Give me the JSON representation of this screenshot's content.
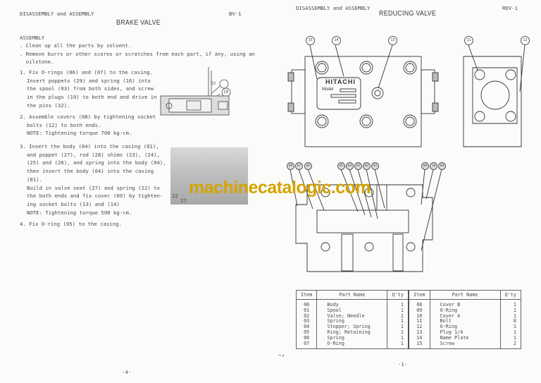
{
  "left_page": {
    "header": "DISASSEMBLY and ASSEMBLY",
    "page_code": "BV-1",
    "title": "BRAKE VALVE",
    "section": "ASSEMBLY",
    "bullets": [
      ". Clean up all the parts by solvent.",
      ". Remove burrs or other scores or scratches from each part, if any, using an",
      "  oilstone."
    ],
    "step1": [
      "1. Fix O-rings (06) and (07) to the casing.",
      "Insert poppets (29) and spring (16) into",
      "the spool (03) from both sides, and screw",
      "in the plugs (19) to both end and drive in",
      "the pins (32)."
    ],
    "step1_callouts": [
      "32",
      "19"
    ],
    "step2": [
      "2. Assemble covers (08) by tightening socket",
      "bolts (12) to both ends.",
      "NOTE: Tightening torque 700 kg-cm."
    ],
    "step3": [
      "3. Insert the body (04) into the casing (01),",
      "and poppet (27), rod (28) shims (23), (24),",
      "(25) and (26), and spring into the body (04),",
      "then insert the body (04) into the casing",
      "(01).",
      "Build in valve seat (27) and spring (22) to",
      "the both ends and fix cover (09) by tighten-",
      "ing socket bolts (13) and (14)",
      "NOTE: Tightening torque 500 kg-cm."
    ],
    "photo_labels": [
      "22",
      "27"
    ],
    "step4": "4. Fix O-ring (05) to the casing.",
    "page_number": "-4-"
  },
  "right_page": {
    "header": "DISASSEMBLY and ASSEMBLY",
    "page_code": "RDV-1",
    "title": "REDUCING VALVE",
    "top_callouts": [
      "15",
      "14",
      "13",
      "11",
      "12"
    ],
    "nameplate": {
      "brand": "HITACHI",
      "model_label": "Model"
    },
    "section_callouts": [
      "09",
      "07",
      "06",
      "05",
      "04",
      "03",
      "02",
      "01",
      "08",
      "10",
      "00"
    ],
    "table": {
      "headers": [
        "Item",
        "Part Name",
        "Q'ty",
        "Item",
        "Part Name",
        "Q'ty"
      ],
      "left": [
        {
          "item": "00",
          "name": "Body",
          "qty": "1"
        },
        {
          "item": "01",
          "name": "Spool",
          "qty": "1"
        },
        {
          "item": "02",
          "name": "Valve; Needle",
          "qty": "1"
        },
        {
          "item": "03",
          "name": "Spring",
          "qty": "1"
        },
        {
          "item": "04",
          "name": "Stopper; Spring",
          "qty": "1"
        },
        {
          "item": "05",
          "name": "Ring; Retaining",
          "qty": "1"
        },
        {
          "item": "06",
          "name": "Spring",
          "qty": "1"
        },
        {
          "item": "07",
          "name": "O-Ring",
          "qty": "1"
        }
      ],
      "right": [
        {
          "item": "08",
          "name": "Cover B",
          "qty": "1"
        },
        {
          "item": "09",
          "name": "O-Ring",
          "qty": "1"
        },
        {
          "item": "10",
          "name": "Cover A",
          "qty": "1"
        },
        {
          "item": "11",
          "name": "Bolt",
          "qty": "8"
        },
        {
          "item": "12",
          "name": "O-Ring",
          "qty": "1"
        },
        {
          "item": "13",
          "name": "Plug 1/4",
          "qty": "1"
        },
        {
          "item": "14",
          "name": "Name Plate",
          "qty": "1"
        },
        {
          "item": "15",
          "name": "Screw",
          "qty": "2"
        }
      ]
    },
    "page_number": "-1-"
  },
  "watermark": "machinecatalogic.com"
}
